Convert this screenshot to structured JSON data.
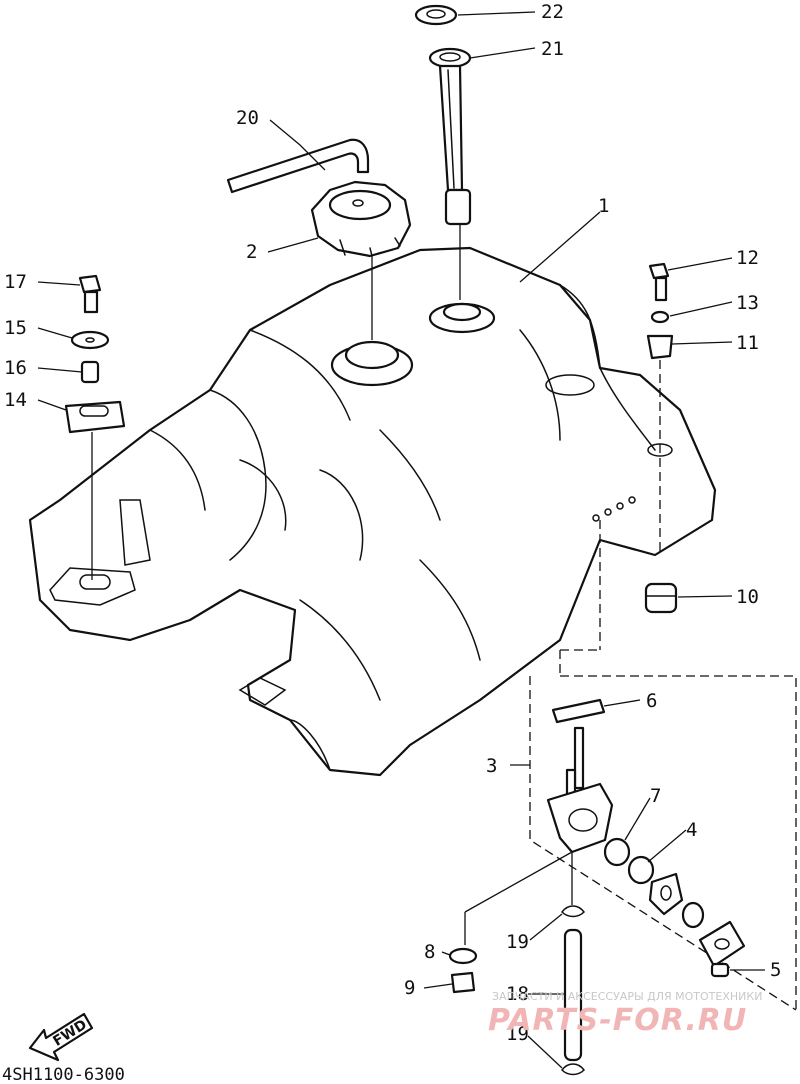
{
  "diagram_code": "4SH1100-6300",
  "forward_arrow_label": "FWD",
  "watermark": {
    "line1": "ЗАПЧАСТИ И АКСЕССУАРЫ ДЛЯ МОТОТЕХНИКИ",
    "line2": "PARTS-FOR.RU"
  },
  "callouts": {
    "c1": "1",
    "c2": "2",
    "c3": "3",
    "c4": "4",
    "c5": "5",
    "c6": "6",
    "c7": "7",
    "c8": "8",
    "c9": "9",
    "c10": "10",
    "c11": "11",
    "c12": "12",
    "c13": "13",
    "c14": "14",
    "c15": "15",
    "c16": "16",
    "c17": "17",
    "c18": "18",
    "c19a": "19",
    "c19b": "19",
    "c20": "20",
    "c21": "21",
    "c22": "22"
  }
}
